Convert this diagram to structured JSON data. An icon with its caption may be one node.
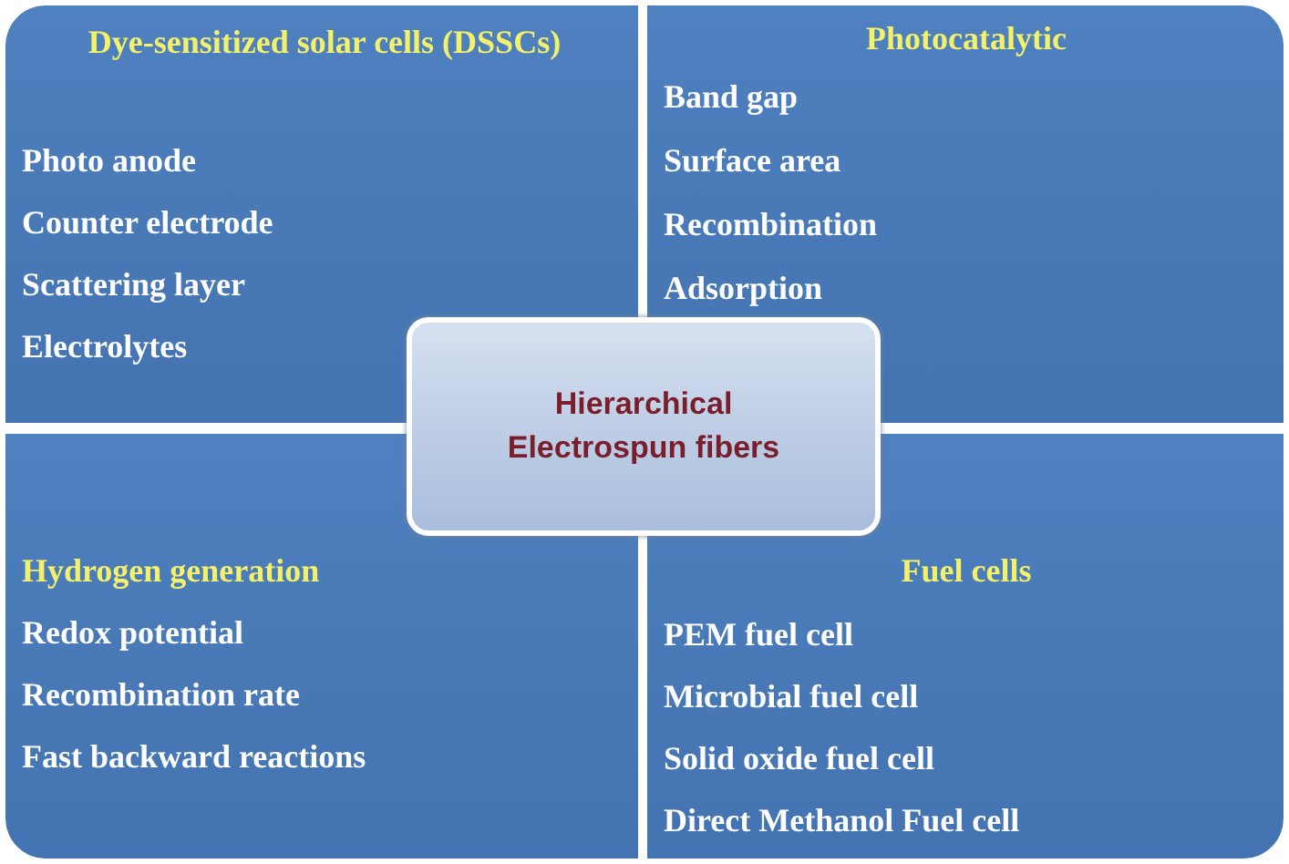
{
  "diagram": {
    "nodes": [
      {
        "text": [
          "Dye-sensitized solar cells (DSSCs)",
          "Photo anode",
          "Counter electrode",
          "Scattering layer",
          "Electrolytes"
        ]
      },
      {
        "text": [
          "Photocatalytic",
          "Band gap",
          "Surface area",
          "Recombination",
          "Adsorption"
        ]
      },
      {
        "text": [
          "Hierarchical Electrospun fibers"
        ]
      },
      {
        "text": [
          "Hydrogen generation",
          "Redox potential",
          "Recombination rate",
          "Fast backward reactions"
        ]
      },
      {
        "text": [
          "Fuel cells",
          "PEM fuel cell",
          "Microbial fuel cell",
          "Solid oxide fuel cell",
          "Direct Methanol Fuel cell"
        ]
      }
    ],
    "edges": []
  }
}
